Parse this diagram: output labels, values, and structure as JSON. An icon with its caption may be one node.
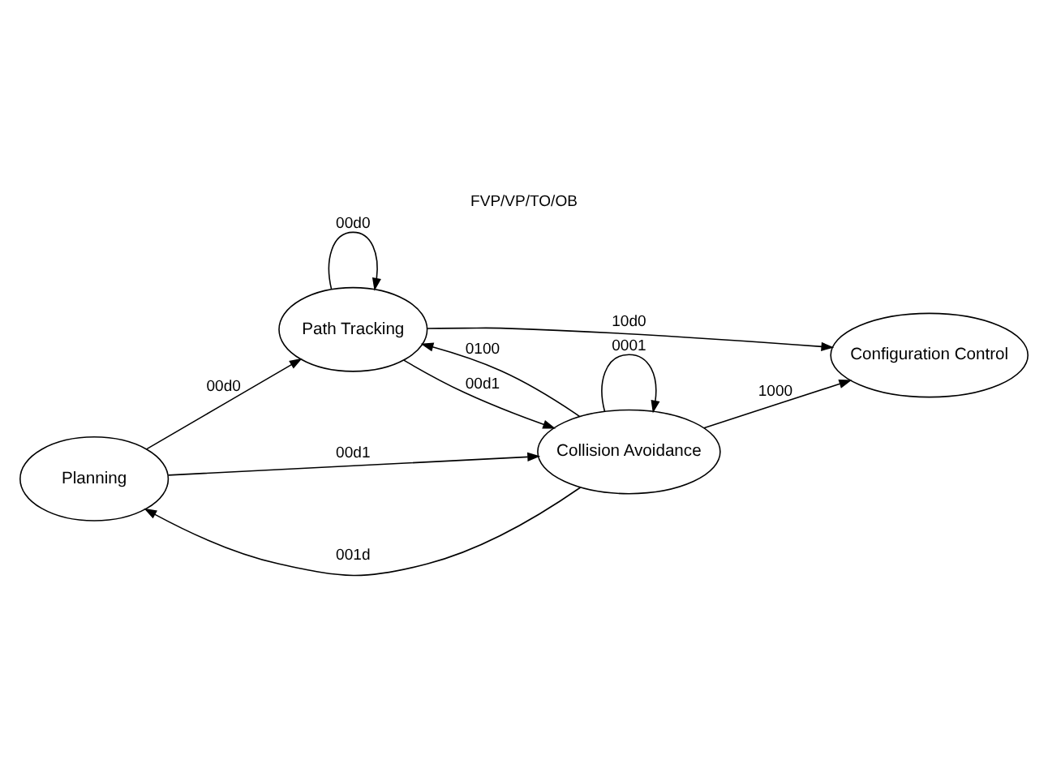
{
  "diagram": {
    "title": "FVP/VP/TO/OB",
    "nodes": [
      {
        "text": [
          "Planning"
        ]
      },
      {
        "text": [
          "Path Tracking"
        ]
      },
      {
        "text": [
          "Collision Avoidance"
        ]
      },
      {
        "text": [
          "Configuration Control"
        ]
      }
    ],
    "edges": [
      {
        "from": 2,
        "to": 0,
        "arrow": "to",
        "label": "001d"
      },
      {
        "from": 0,
        "to": 2,
        "arrow": "to",
        "label": "00d1"
      },
      {
        "from": 1,
        "to": 1,
        "arrow": "to",
        "label": "00d0"
      },
      {
        "from": 2,
        "to": 2,
        "arrow": "to",
        "label": "0001"
      },
      {
        "from": 0,
        "to": 1,
        "arrow": "to",
        "label": "00d0"
      },
      {
        "from": 1,
        "to": 2,
        "arrow": "to",
        "label": "00d1"
      },
      {
        "from": 2,
        "to": 1,
        "arrow": "to",
        "label": "0100"
      },
      {
        "from": 1,
        "to": 3,
        "arrow": "to",
        "label": "10d0"
      },
      {
        "from": 2,
        "to": 3,
        "arrow": "to",
        "label": "1000"
      }
    ]
  }
}
